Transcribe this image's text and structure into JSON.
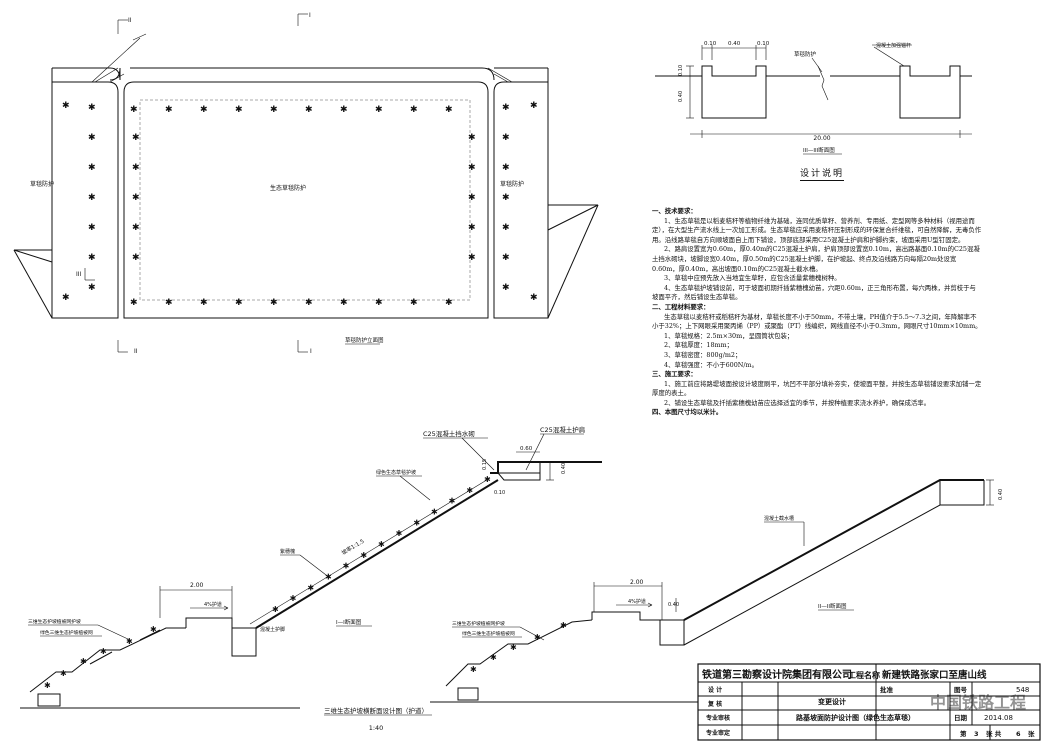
{
  "section_markers": {
    "ii": "II",
    "i": "I",
    "iii": "III"
  },
  "plan": {
    "left_label": "草毯防护",
    "center_label": "生态草毯防护",
    "right_label": "草毯防护",
    "caption": "草毯防护立面图",
    "plant_symbol": "✱"
  },
  "detail_iii": {
    "dims": {
      "top_a": "0.10",
      "top_b": "0.40",
      "top_c": "0.10",
      "left_a": "0.10",
      "left_b": "0.40",
      "span": "20.00"
    },
    "label_grass": "草毯防护",
    "label_concrete": "混凝土加强锚杆",
    "caption": "III—III断面图"
  },
  "notes": {
    "title": "设计说明",
    "lines": [
      {
        "t": "一、技术要求：",
        "h": true
      },
      {
        "t": "1、生态草毯是以稻麦秸秆等植物纤维为基础，连同优质草籽、营养剂、专用纸、定型网等多种材料（视用途而定），在大型生产流水线上一次加工形成。生态草毯应采用麦秸秆压制形成的环保复合纤维毯，可自然降解，无毒负作用。沿线路草毯自方向顺坡面自上而下铺设，顶部底部采用C25混凝土护肩和护脚约束，坡面采用U型钉固定。",
        "h": false
      },
      {
        "t": "2、路肩设置宽为0.60m，厚0.40m的C25混凝土护肩，护肩顶部设置宽0.10m，高出路基面0.10m的C25混凝土挡水砌块，坡脚设宽0.40m，厚0.50m的C25混凝土护脚，在护坡起、终点及沿线路方向每隔20m处设宽0.60m，厚0.40m，高出坡面0.10m的C25混凝土截水槽。",
        "h": false
      },
      {
        "t": "3、草毯中应预先放入当地宜生草籽，应包含适量紫穗槐树种。",
        "h": false
      },
      {
        "t": "4、生态草毯护坡铺设前，可于坡面初期扦插紫穗槐幼苗，穴距0.60m，正三角形布置，每穴两株，并剪枝于与坡面平齐，然后铺设生态草毯。",
        "h": false
      },
      {
        "t": "二、工程材料要求：",
        "h": true
      },
      {
        "t": "生态草毯以麦秸秆或稻秸秆为基材，草毯长度不小于50mm，不带土壤，PH值介于5.5～7.3之间，年降解率不小于32%；上下网眼采用聚丙烯（PP）或聚酯（PT）线编织，网线直径不小于0.3mm，网眼尺寸10mm×10mm。",
        "h": false
      },
      {
        "t": "1、草毯规格：2.5m×30m，呈圆筒状包装；",
        "h": false
      },
      {
        "t": "2、草毯厚度：18mm；",
        "h": false
      },
      {
        "t": "3、草毯密度：800g/m2；",
        "h": false
      },
      {
        "t": "4、草毯强度：不小于600N/m。",
        "h": false
      },
      {
        "t": "三、施工要求：",
        "h": true
      },
      {
        "t": "1、施工前应将路堤坡面按设计坡度刷平，坑凹不平部分填补夯实，使坡面平整，并按生态草毯铺设要求加铺一定厚度的表土。",
        "h": false
      },
      {
        "t": "2、铺设生态草毯及扦插紫穗槐幼苗应选择适宜的季节，并按种植要求浇水养护，确保成活率。",
        "h": false
      },
      {
        "t": "四、本图尺寸均以米计。",
        "h": true
      }
    ]
  },
  "section_i": {
    "c25_crest": "C25混凝土挡水砌",
    "c25_shoulder": "C25混凝土护肩",
    "d060": "0.60",
    "d040": "0.40",
    "d015": "0.15",
    "d010": "0.10",
    "grass_label": "绿色生态草毯护坡",
    "shrub_label": "紫穗槐",
    "slope": "坡率1:1.5",
    "berm_width": "2.00",
    "berm_slope": "4%护道",
    "label_a": "三维生态护坡植被网护坡",
    "label_b": "绿色三维生态护坡植被网",
    "label_c": "混凝土护脚",
    "caption": "I—I断面图"
  },
  "section_ii": {
    "berm_width": "2.00",
    "berm_slope": "4%护道",
    "d040": "0.40",
    "d040b": "0.40",
    "label_a": "三维生态护坡植被网护坡",
    "label_b": "绿色三维生态护坡植被网",
    "trough_label": "混凝土截水槽",
    "caption": "II—II断面图"
  },
  "bottom_caption": {
    "title": "三维生态护坡横断面设计图（护道）",
    "scale": "1:40"
  },
  "title_block": {
    "company": "铁道第三勘察设计院集团有限公司",
    "project_name_label": "工程名称",
    "project": "新建铁路张家口至唐山线",
    "rows": [
      "设  计",
      "复  核",
      "专业审核",
      "专业审定"
    ],
    "change_design": "变更设计",
    "approve": "批准",
    "drawing_no_label": "图号",
    "drawing_no": "548",
    "drawing_title": "路基坡面防护设计图（绿色生态草毯）",
    "date_label": "日期",
    "date": "2014.08",
    "sheet_no": "3",
    "sheet_total": "6",
    "sheet_prefix": "第",
    "sheet_mid": "张  共",
    "sheet_suffix": "张"
  },
  "watermark": "中国铁路工程"
}
